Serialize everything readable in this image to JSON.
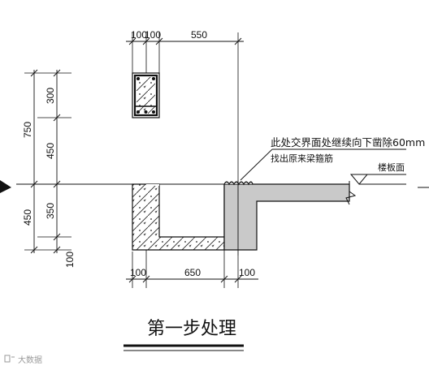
{
  "dimensions": {
    "top_left_100": "100",
    "top_mid_100": "100",
    "top_550": "550",
    "left_750": "750",
    "left_300": "300",
    "left_450_upper": "450",
    "left_450_lower": "450",
    "left_350": "350",
    "left_100": "100",
    "bottom_100_left": "100",
    "bottom_650": "650",
    "bottom_100_right": "100"
  },
  "annotations": {
    "note_line1": "此处交界面处继续向下凿除60mm",
    "note_line2": "找出原来梁箍筋",
    "floor_label": "楼板面"
  },
  "title": "第一步处理",
  "watermark": "大数据"
}
